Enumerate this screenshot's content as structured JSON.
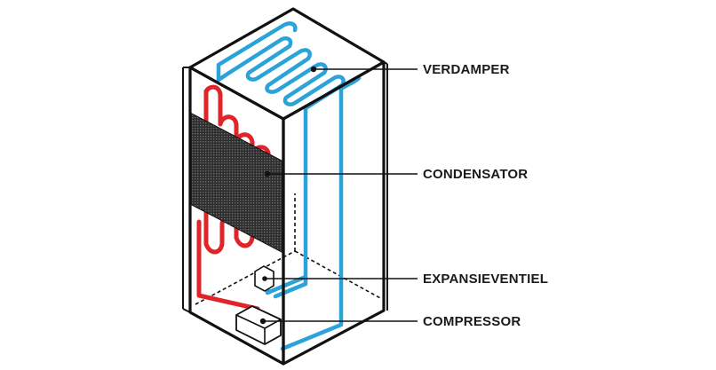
{
  "diagram": {
    "colors": {
      "outline": "#111111",
      "refrigerant_cold": "#2aa3d8",
      "refrigerant_hot": "#e0242a",
      "condenser_grid": "#3a3a3a",
      "label_text": "#1a1a1a"
    },
    "labels": {
      "evaporator": "VERDAMPER",
      "condenser": "CONDENSATOR",
      "expansion_valve": "EXPANSIEVENTIEL",
      "compressor": "COMPRESSOR"
    }
  }
}
